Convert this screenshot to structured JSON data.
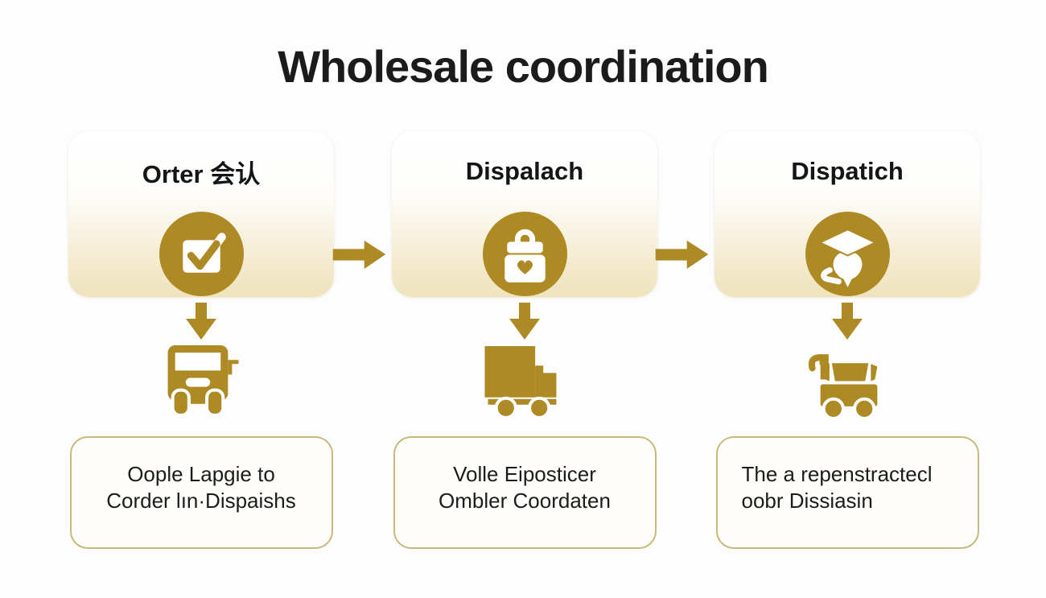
{
  "title": "Wholesale coordination",
  "colors": {
    "gold": "#AD8A24",
    "card_gradient_top": "#FFFFFF",
    "card_gradient_bottom": "#EFE3BC",
    "desc_box_border": "#C9B878",
    "text": "#1B1B1B"
  },
  "icons": {
    "flow_arrow_right": "arrow-right-icon",
    "flow_arrow_down": "arrow-down-icon"
  },
  "stages": [
    {
      "card_title": "Orter 会认",
      "icon": "checkbox-check-icon",
      "vehicle_icon": "truck-front-icon",
      "description": "Oople Lapgie to\nCorder lın·Dispaishs"
    },
    {
      "card_title": "Dispalach",
      "icon": "shopping-bag-heart-icon",
      "vehicle_icon": "box-truck-icon",
      "description": "Volle Eiposticer\nOmbler Coordaten"
    },
    {
      "card_title": "Dispatich",
      "icon": "graduation-plant-hand-icon",
      "vehicle_icon": "delivery-cart-icon",
      "description": "The a repenstractecl\noobr Dissiasin"
    }
  ]
}
